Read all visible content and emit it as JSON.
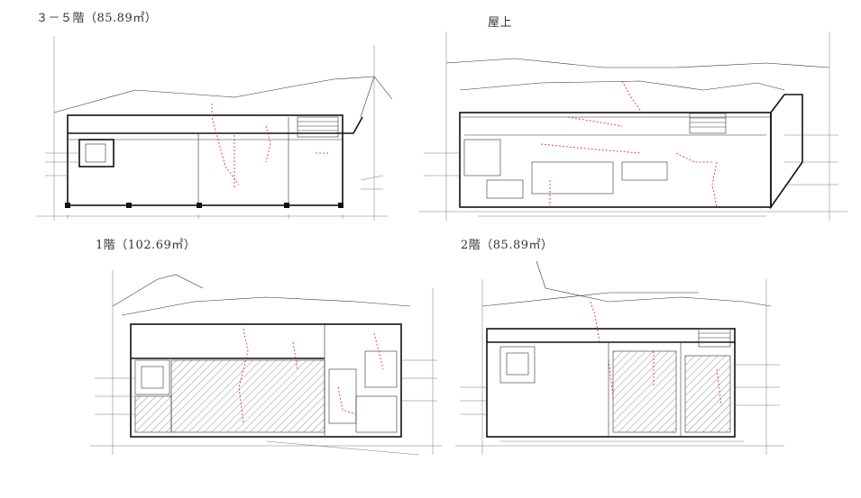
{
  "plans": {
    "floor3_5": {
      "title": "３－５階（85.89㎡）"
    },
    "roof": {
      "title": "屋上"
    },
    "floor1": {
      "title": "1階（102.69㎡）"
    },
    "floor2": {
      "title": "2階（85.89㎡）"
    }
  }
}
